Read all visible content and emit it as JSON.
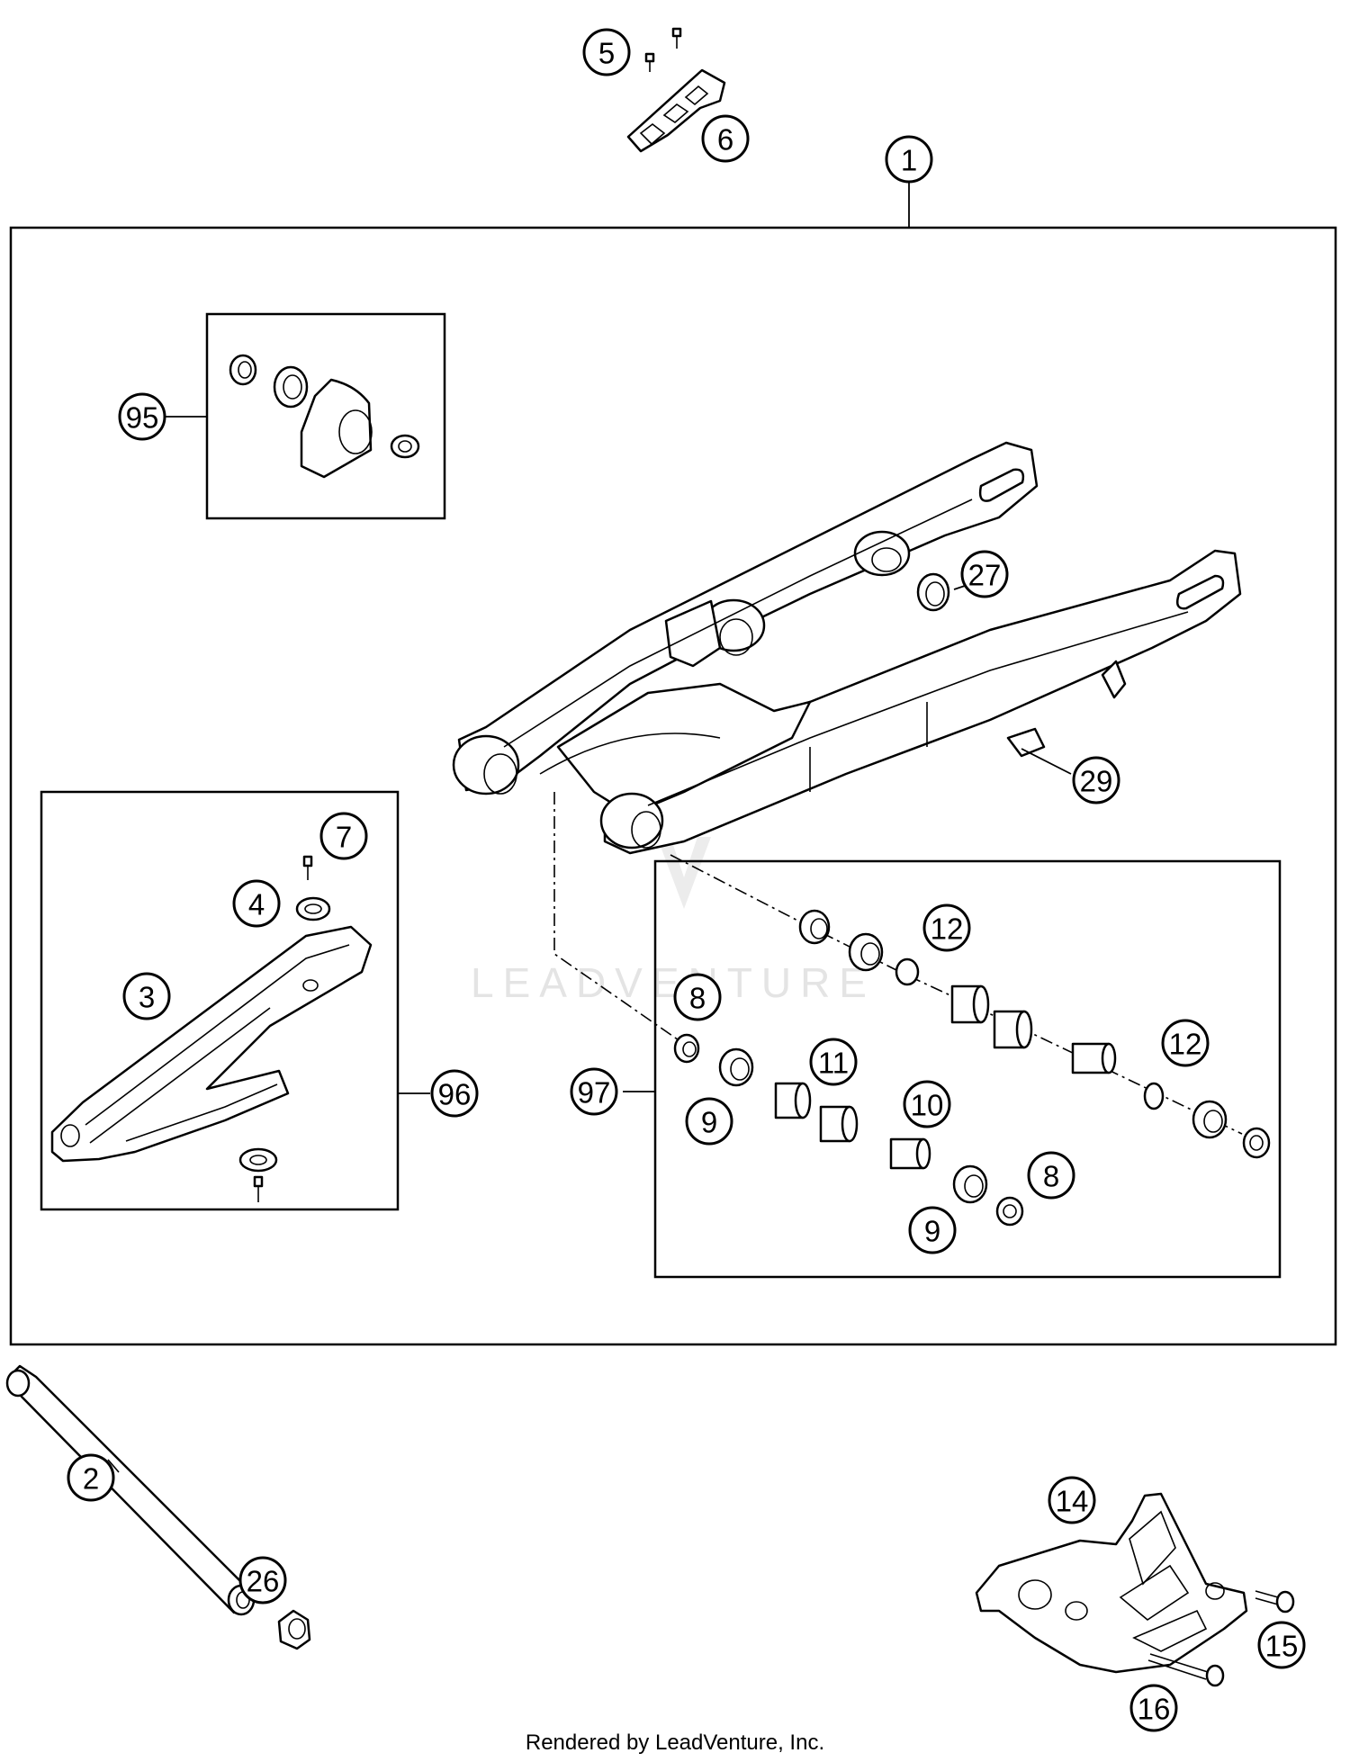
{
  "callouts": {
    "c1": "1",
    "c2": "2",
    "c3": "3",
    "c4": "4",
    "c5": "5",
    "c6": "6",
    "c7": "7",
    "c8a": "8",
    "c8b": "8",
    "c9a": "9",
    "c9b": "9",
    "c10": "10",
    "c11": "11",
    "c12a": "12",
    "c12b": "12",
    "c14": "14",
    "c15": "15",
    "c16": "16",
    "c26": "26",
    "c27": "27",
    "c29": "29",
    "c95": "95",
    "c96": "96",
    "c97": "97"
  },
  "watermark": "LEADVENTURE",
  "credit": "Rendered by LeadVenture, Inc."
}
